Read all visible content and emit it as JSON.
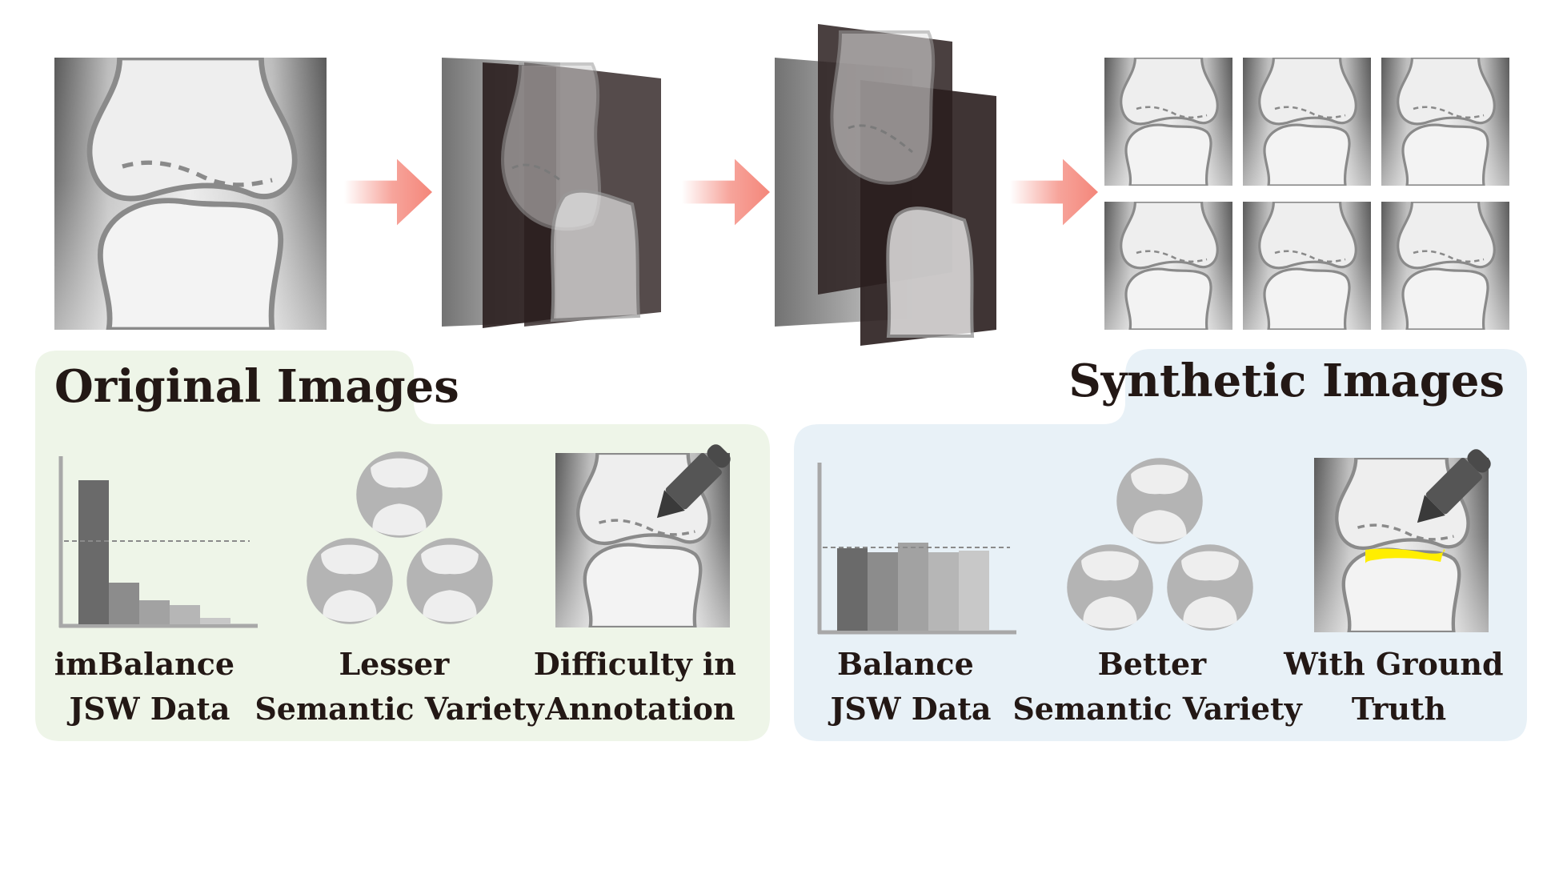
{
  "panels": {
    "original": {
      "title": "Original Images",
      "bg_color": "#eef5e8",
      "items": [
        {
          "line1": "imBalance",
          "line2": "JSW Data"
        },
        {
          "line1": "Lesser",
          "line2": "Semantic Variety"
        },
        {
          "line1": "Difficulty in",
          "line2": "Annotation"
        }
      ]
    },
    "synthetic": {
      "title": "Synthetic Images",
      "bg_color": "#e8f1f7",
      "items": [
        {
          "line1": "Balance",
          "line2": "JSW Data"
        },
        {
          "line1": "Better",
          "line2": "Semantic Variety"
        },
        {
          "line1": "With Ground",
          "line2": "Truth"
        }
      ]
    }
  },
  "colors": {
    "arrow": "#f4867a",
    "dark_slab": "#2a1e1e",
    "ground_truth": "#ffee00",
    "text": "#231815"
  },
  "icons": [
    "knee-xray-icon",
    "histogram-icon",
    "joint-circle-icon",
    "pen-icon",
    "arrow-icon"
  ]
}
